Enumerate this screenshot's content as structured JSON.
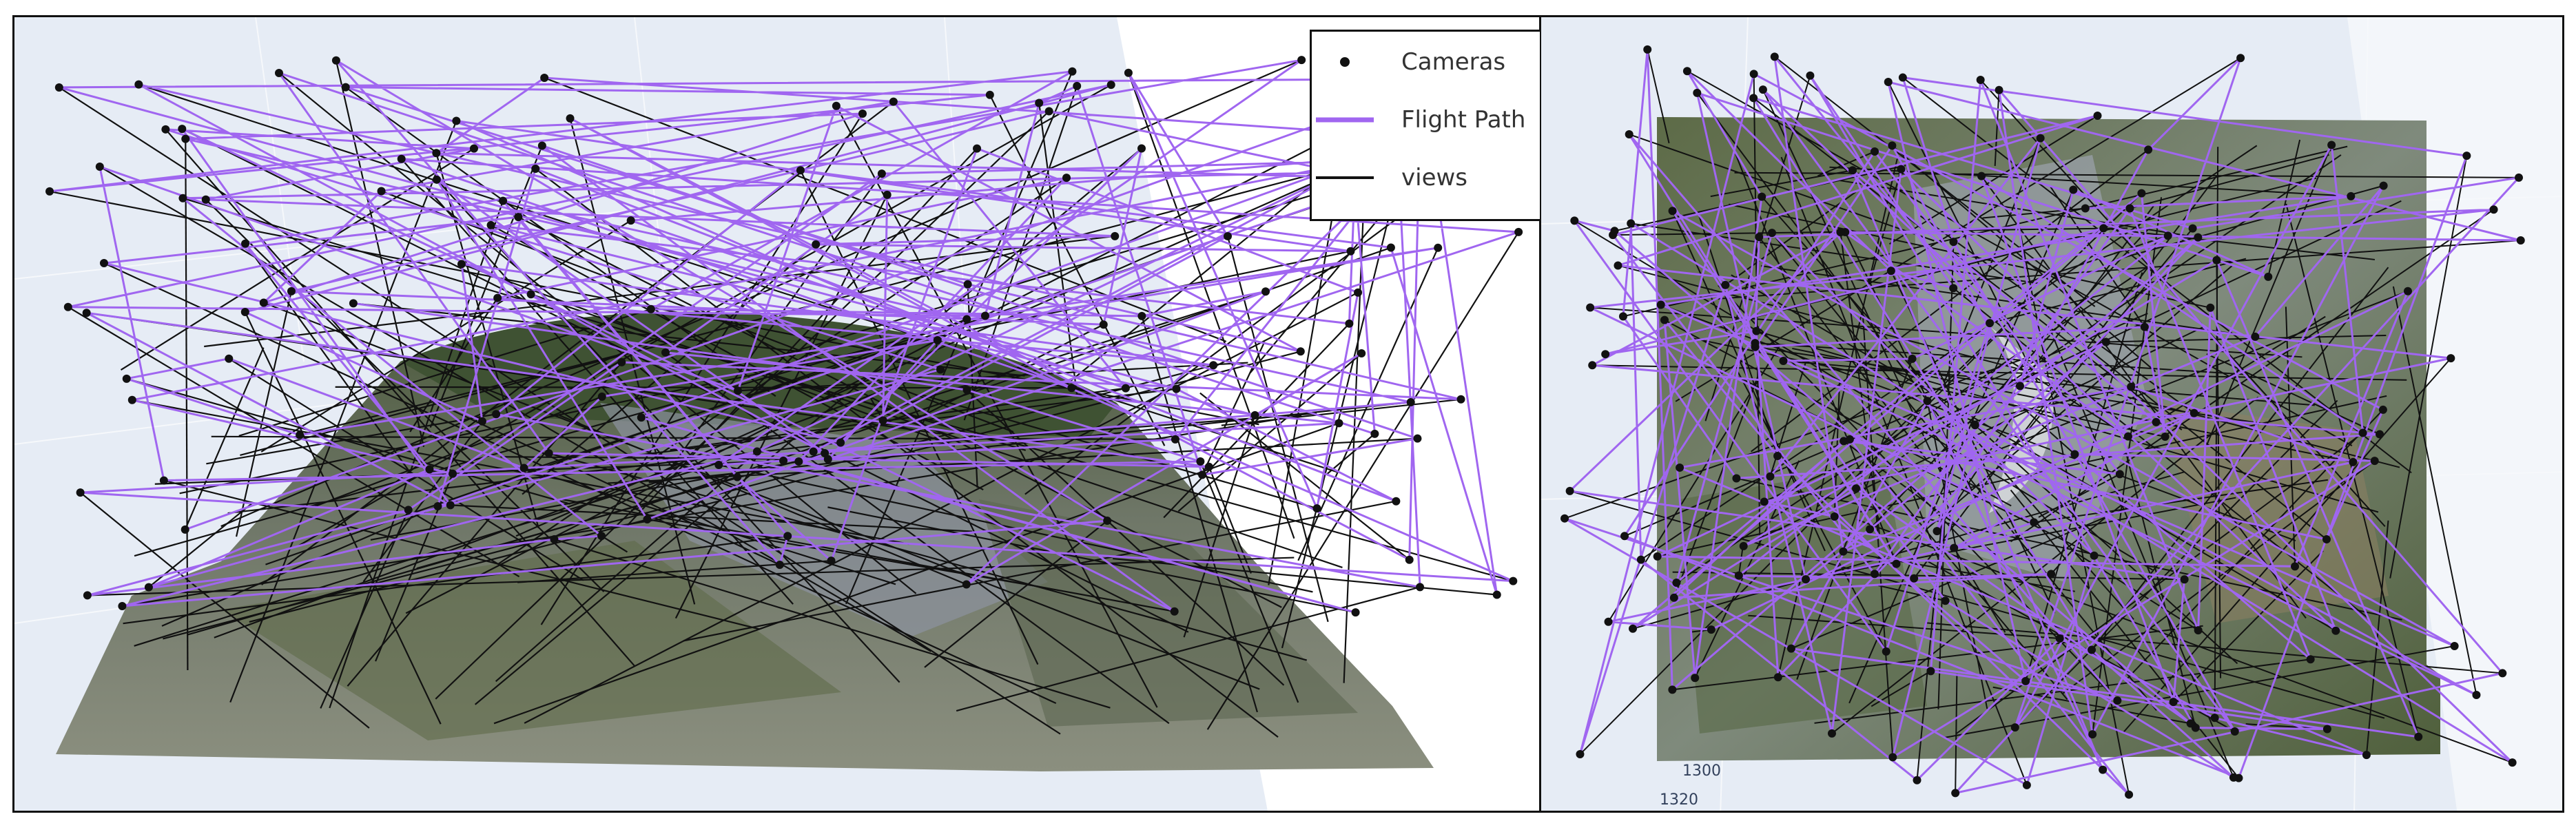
{
  "legend": {
    "cameras_label": "Cameras",
    "flight_path_label": "Flight Path",
    "views_label": "views"
  },
  "axis_ticks": {
    "tick_1300": "1300",
    "tick_1320": "1320"
  },
  "colors": {
    "camera_marker": "#111111",
    "flight_path": "#a066f0",
    "views": "#111111",
    "scene_background": "#e6ecf5"
  }
}
